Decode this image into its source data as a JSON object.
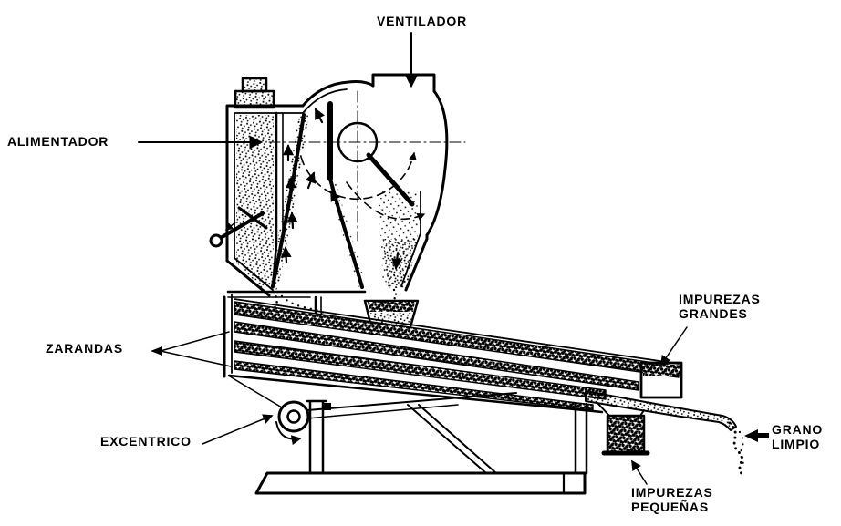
{
  "colors": {
    "ink": "#000000",
    "paper": "#ffffff"
  },
  "labels": {
    "ventilador": {
      "text": "VENTILADOR"
    },
    "alimentador": {
      "text": "ALIMENTADOR"
    },
    "zarandas": {
      "text": "ZARANDAS"
    },
    "excentrico": {
      "text": "EXCENTRICO"
    },
    "impurezas_grandes": {
      "line1": "IMPUREZAS",
      "line2": "GRANDES"
    },
    "grano_limpio": {
      "line1": "GRANO",
      "line2": "LIMPIO"
    },
    "impurezas_pequenas": {
      "line1": "IMPUREZAS",
      "line2": "PEQUEÑAS"
    }
  }
}
